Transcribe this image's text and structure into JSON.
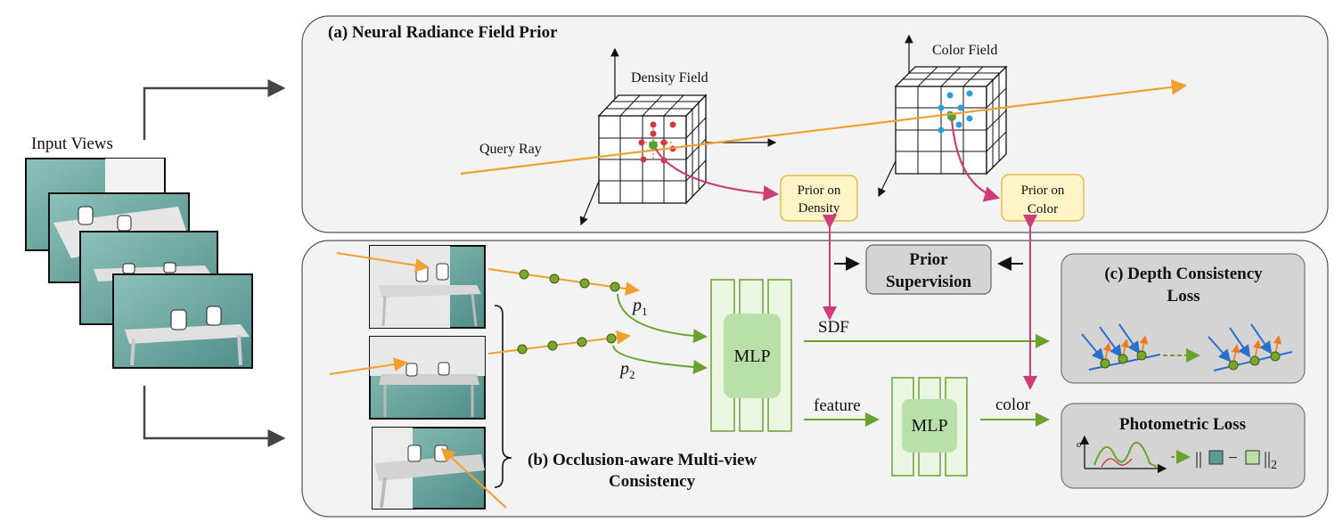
{
  "panel_a": {
    "title": "(a) Neural Radiance Field Prior"
  },
  "panel_b": {
    "title_line1": "(b) Occlusion-aware Multi-view",
    "title_line2": "Consistency"
  },
  "input_views": {
    "label": "Input Views"
  },
  "density_field": {
    "label": "Density Field"
  },
  "color_field": {
    "label": "Color Field"
  },
  "query_ray": {
    "label": "Query Ray"
  },
  "prior_density": {
    "line1": "Prior on",
    "line2": "Density"
  },
  "prior_color": {
    "line1": "Prior on",
    "line2": "Color"
  },
  "prior_supervision": {
    "line1": "Prior",
    "line2": "Supervision"
  },
  "mlp_main": {
    "label": "MLP"
  },
  "mlp_color": {
    "label": "MLP"
  },
  "arrow_labels": {
    "sdf": "SDF",
    "feature": "feature",
    "color": "color"
  },
  "points": {
    "p1": "p",
    "p1_sub": "1",
    "p2": "p",
    "p2_sub": "2"
  },
  "depth_loss": {
    "line1": "(c) Depth Consistency",
    "line2": "Loss"
  },
  "photo_loss": {
    "title": "Photometric Loss",
    "sigma": "σ",
    "norm_left": "||",
    "minus": "−",
    "norm_right": "||",
    "norm_sub": "2"
  },
  "colors": {
    "ray": "#f0a030",
    "sample_point": "#7aa62a",
    "prior_arrow": "#cc3d7a",
    "flow_arrow": "#6aa22f",
    "mlp_fill": "#b9e0a8",
    "prior_box_fill": "#fff3c8",
    "prior_box_stroke": "#e6b94a",
    "normal_arrow": "#2a6fcc",
    "density_points": "#d23a3a",
    "color_points": "#2aa0d8",
    "scene_teal": "#5e9b95"
  }
}
